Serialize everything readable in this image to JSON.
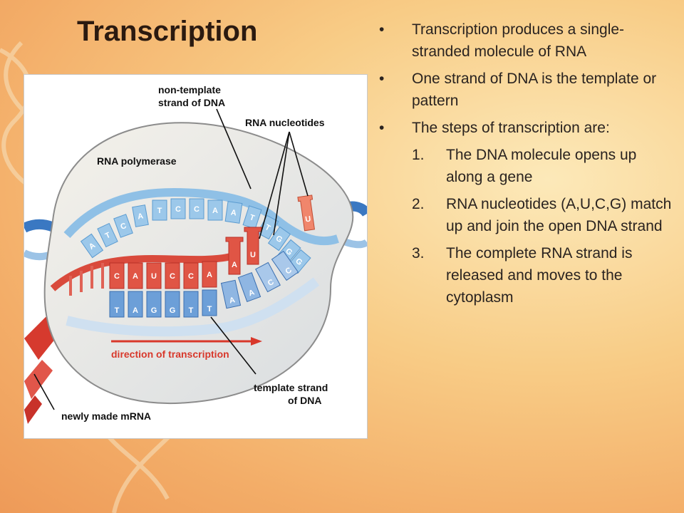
{
  "slide": {
    "title": "Transcription",
    "bullets": [
      "Transcription produces a single-stranded molecule of RNA",
      "One strand of DNA is the template or pattern",
      "The steps of transcription are:"
    ],
    "steps": [
      {
        "num": "1.",
        "text": "The DNA molecule opens up along a gene"
      },
      {
        "num": "2.",
        "text": "RNA nucleotides (A,U,C,G) match up and join the open DNA strand"
      },
      {
        "num": "3.",
        "text": "The complete RNA strand is released and moves to the cytoplasm"
      }
    ]
  },
  "figure": {
    "labels": {
      "non_template_1": "non-template",
      "non_template_2": "strand of DNA",
      "rna_nucleotides": "RNA nucleotides",
      "rna_polymerase": "RNA polymerase",
      "direction": "direction of transcription",
      "template_1": "template strand",
      "template_2": "of DNA",
      "mrna": "newly made mRNA"
    },
    "top_strand_bases": [
      "A",
      "T",
      "C",
      "A",
      "T",
      "C",
      "C",
      "A",
      "A",
      "T",
      "T",
      "G",
      "G",
      "G"
    ],
    "rna_bases": [
      "C",
      "A",
      "U",
      "C",
      "C",
      "A",
      "A",
      "U"
    ],
    "bottom_strand_bases": [
      "T",
      "A",
      "G",
      "G",
      "T",
      "T",
      "A",
      "A",
      "C",
      "C"
    ],
    "free_nucleotide": "U"
  }
}
